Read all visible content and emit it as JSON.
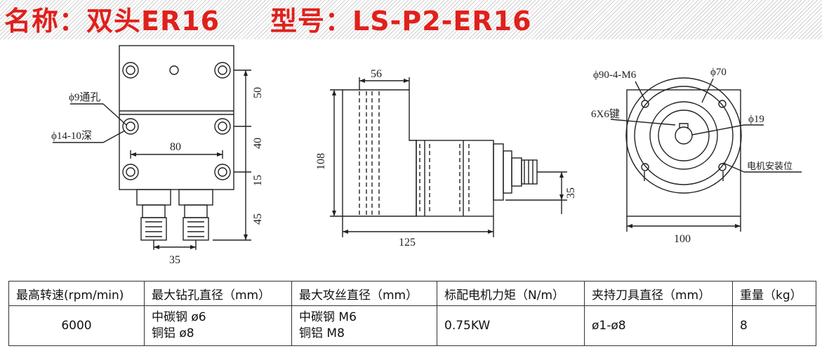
{
  "header": {
    "name": "名称：双头ER16",
    "model": "型号：LS-P2-ER16"
  },
  "drawing": {
    "left_view": {
      "hole_through": "ϕ9通孔",
      "hole_deep": "ϕ14-10深",
      "dim_width": "80",
      "dim_v1": "50",
      "dim_v2": "40",
      "dim_v3": "15",
      "dim_v4": "45",
      "dim_bottom": "35"
    },
    "middle_view": {
      "dim_top": "56",
      "dim_height": "108",
      "dim_length": "125",
      "dim_right": "35"
    },
    "right_view": {
      "bolt_circle": "ϕ90-4-M6",
      "outer_dia": "ϕ70",
      "keyway": "6X6键",
      "bore": "ϕ19",
      "motor_mount": "电机安装位",
      "dim_width": "100"
    }
  },
  "table": {
    "headers": [
      "最高转速(rpm/min)",
      "最大钻孔直径（mm）",
      "最大攻丝直径（mm）",
      "标配电机力矩（N/m）",
      "夹持刀具直径（mm）",
      "重量（kg）"
    ],
    "row": {
      "speed": "6000",
      "drill_line1": "中碳钢 ø6",
      "drill_line2": "铜铝 ø8",
      "tap_line1": "中碳钢 M6",
      "tap_line2": "铜铝 M8",
      "torque": "0.75KW",
      "clamp": "ø1-ø8",
      "weight": "8"
    }
  },
  "colors": {
    "title": "#e0201c",
    "line": "#222222",
    "stripe": "#cfcfcf"
  }
}
